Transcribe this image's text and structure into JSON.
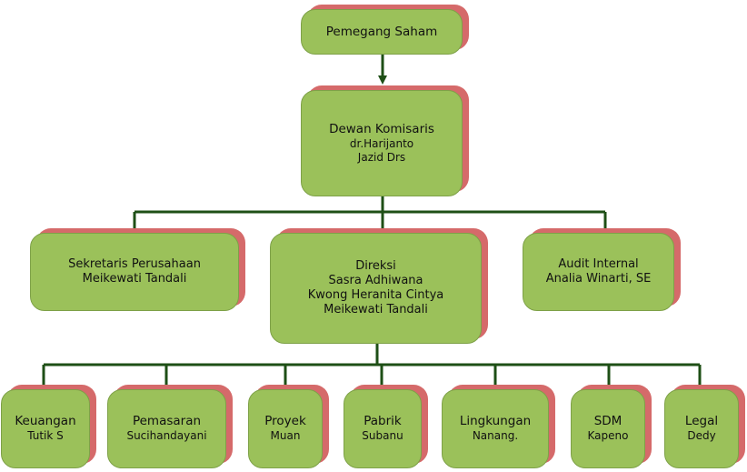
{
  "org": {
    "shareholders": {
      "title": "Pemegang Saham"
    },
    "commissioners": {
      "title": "Dewan Komisaris",
      "members": [
        "dr.Harijanto",
        "Jazid Drs"
      ]
    },
    "secretary": {
      "title": "Sekretaris Perusahaan",
      "members": [
        "Meikewati Tandali"
      ]
    },
    "directors": {
      "title": "Direksi",
      "members": [
        "Sasra Adhiwana",
        "Kwong Heranita Cintya",
        "Meikewati Tandali"
      ]
    },
    "audit": {
      "title": "Audit Internal",
      "members": [
        "Analia Winarti, SE"
      ]
    },
    "departments": [
      {
        "title": "Keuangan",
        "member": "Tutik S"
      },
      {
        "title": "Pemasaran",
        "member": "Sucihandayani"
      },
      {
        "title": "Proyek",
        "member": "Muan"
      },
      {
        "title": "Pabrik",
        "member": "Subanu"
      },
      {
        "title": "Lingkungan",
        "member": "Nanang."
      },
      {
        "title": "SDM",
        "member": "Kapeno"
      },
      {
        "title": "Legal",
        "member": "Dedy"
      }
    ]
  },
  "colors": {
    "box_fill": "#9bc15a",
    "box_shadow": "#d56a6a",
    "connector": "#1e4f16"
  }
}
